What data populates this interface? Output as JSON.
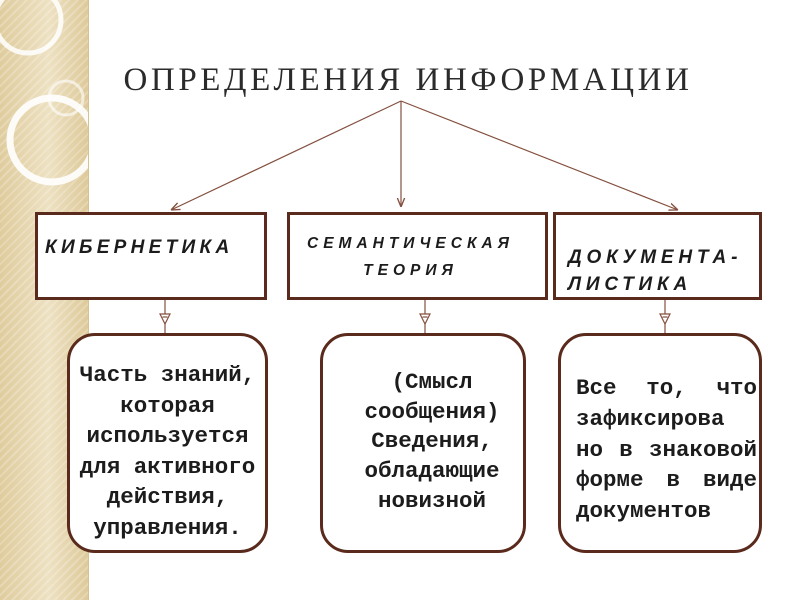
{
  "slide": {
    "title": "ОПРЕДЕЛЕНИЯ ИНФОРМАЦИИ"
  },
  "colors": {
    "box_border": "#5a2a1c",
    "connector": "#84503f",
    "side_strip": "#e7d7ad",
    "text": "#1c1c1c",
    "background": "#ffffff"
  },
  "approaches": [
    {
      "heading_lines": [
        "КИБЕРНЕТИКА"
      ],
      "definition_lines": [
        "Часть знаний,",
        "которая",
        "используется",
        "для активного",
        "действия,",
        "управления."
      ]
    },
    {
      "heading_lines": [
        "СЕМАНТИЧЕСКАЯ",
        "ТЕОРИЯ"
      ],
      "definition_lines": [
        "(Смысл",
        "сообщения)",
        "Сведения,",
        "обладающие",
        "новизной"
      ]
    },
    {
      "heading_lines": [
        "ДОКУМЕНТА-",
        "ЛИСТИКА"
      ],
      "definition_lines": [
        "Все то, что",
        "зафиксирова",
        "но в знаковой",
        "форме в виде",
        "документов"
      ]
    }
  ]
}
